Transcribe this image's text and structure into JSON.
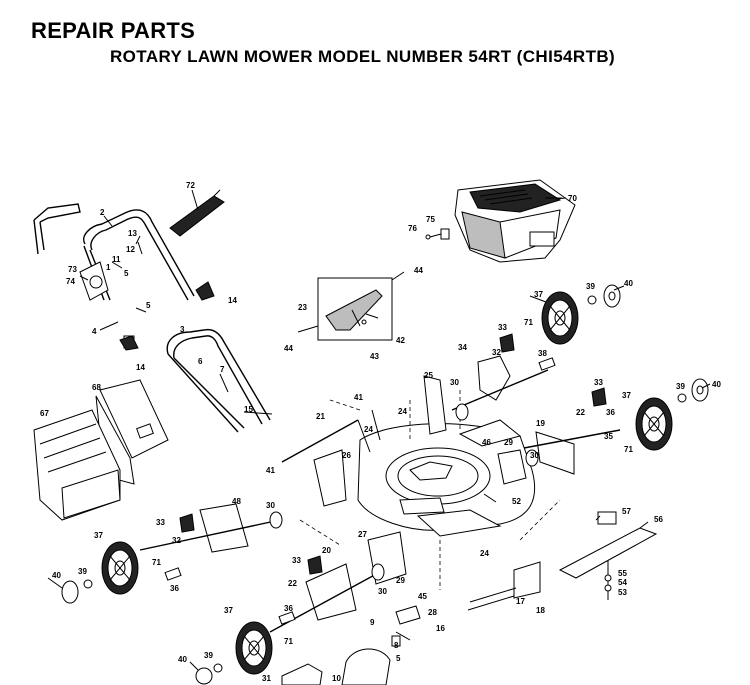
{
  "header": {
    "title": "REPAIR PARTS",
    "subtitle": "ROTARY LAWN MOWER MODEL NUMBER 54RT (CHI54RTB)"
  },
  "callouts": [
    {
      "id": "c72",
      "text": "72"
    },
    {
      "id": "c70",
      "text": "70"
    },
    {
      "id": "c75",
      "text": "75"
    },
    {
      "id": "c76",
      "text": "76"
    },
    {
      "id": "c2",
      "text": "2"
    },
    {
      "id": "c13",
      "text": "13"
    },
    {
      "id": "c12",
      "text": "12"
    },
    {
      "id": "c11",
      "text": "11"
    },
    {
      "id": "c1",
      "text": "1"
    },
    {
      "id": "c73",
      "text": "73"
    },
    {
      "id": "c74",
      "text": "74"
    },
    {
      "id": "c5a",
      "text": "5"
    },
    {
      "id": "c5b",
      "text": "5"
    },
    {
      "id": "c4",
      "text": "4"
    },
    {
      "id": "c14a",
      "text": "14"
    },
    {
      "id": "c14b",
      "text": "14"
    },
    {
      "id": "c3",
      "text": "3"
    },
    {
      "id": "c6",
      "text": "6"
    },
    {
      "id": "c7",
      "text": "7"
    },
    {
      "id": "c15",
      "text": "15"
    },
    {
      "id": "c44a",
      "text": "44"
    },
    {
      "id": "c23",
      "text": "23"
    },
    {
      "id": "c42",
      "text": "42"
    },
    {
      "id": "c44b",
      "text": "44"
    },
    {
      "id": "c43",
      "text": "43"
    },
    {
      "id": "c37a",
      "text": "37"
    },
    {
      "id": "c39a",
      "text": "39"
    },
    {
      "id": "c40a",
      "text": "40"
    },
    {
      "id": "c33a",
      "text": "33"
    },
    {
      "id": "c71a",
      "text": "71"
    },
    {
      "id": "c32a",
      "text": "32"
    },
    {
      "id": "c34",
      "text": "34"
    },
    {
      "id": "c38",
      "text": "38"
    },
    {
      "id": "c25",
      "text": "25"
    },
    {
      "id": "c30a",
      "text": "30"
    },
    {
      "id": "c33b",
      "text": "33"
    },
    {
      "id": "c37b",
      "text": "37"
    },
    {
      "id": "c39b",
      "text": "39"
    },
    {
      "id": "c40b",
      "text": "40"
    },
    {
      "id": "c22a",
      "text": "22"
    },
    {
      "id": "c36a",
      "text": "36"
    },
    {
      "id": "c35",
      "text": "35"
    },
    {
      "id": "c71b",
      "text": "71"
    },
    {
      "id": "c68",
      "text": "68"
    },
    {
      "id": "c67",
      "text": "67"
    },
    {
      "id": "c41a",
      "text": "41"
    },
    {
      "id": "c21",
      "text": "21"
    },
    {
      "id": "c24a",
      "text": "24"
    },
    {
      "id": "c24b",
      "text": "24"
    },
    {
      "id": "c46",
      "text": "46"
    },
    {
      "id": "c29a",
      "text": "29"
    },
    {
      "id": "c19",
      "text": "19"
    },
    {
      "id": "c30b",
      "text": "30"
    },
    {
      "id": "c41b",
      "text": "41"
    },
    {
      "id": "c26",
      "text": "26"
    },
    {
      "id": "c52",
      "text": "52"
    },
    {
      "id": "c48",
      "text": "48"
    },
    {
      "id": "c30c",
      "text": "30"
    },
    {
      "id": "c57",
      "text": "57"
    },
    {
      "id": "c56",
      "text": "56"
    },
    {
      "id": "c33c",
      "text": "33"
    },
    {
      "id": "c32b",
      "text": "32"
    },
    {
      "id": "c27",
      "text": "27"
    },
    {
      "id": "c24c",
      "text": "24"
    },
    {
      "id": "c37c",
      "text": "37"
    },
    {
      "id": "c71c",
      "text": "71"
    },
    {
      "id": "c40c",
      "text": "40"
    },
    {
      "id": "c39c",
      "text": "39"
    },
    {
      "id": "c36b",
      "text": "36"
    },
    {
      "id": "c33d",
      "text": "33"
    },
    {
      "id": "c20",
      "text": "20"
    },
    {
      "id": "c29b",
      "text": "29"
    },
    {
      "id": "c22b",
      "text": "22"
    },
    {
      "id": "c30d",
      "text": "30"
    },
    {
      "id": "c45",
      "text": "45"
    },
    {
      "id": "c55",
      "text": "55"
    },
    {
      "id": "c54",
      "text": "54"
    },
    {
      "id": "c53",
      "text": "53"
    },
    {
      "id": "c17",
      "text": "17"
    },
    {
      "id": "c18",
      "text": "18"
    },
    {
      "id": "c37d",
      "text": "37"
    },
    {
      "id": "c36c",
      "text": "36"
    },
    {
      "id": "c71d",
      "text": "71"
    },
    {
      "id": "c28",
      "text": "28"
    },
    {
      "id": "c9",
      "text": "9"
    },
    {
      "id": "c16",
      "text": "16"
    },
    {
      "id": "c8",
      "text": "8"
    },
    {
      "id": "c5c",
      "text": "5"
    },
    {
      "id": "c40d",
      "text": "40"
    },
    {
      "id": "c39d",
      "text": "39"
    },
    {
      "id": "c10",
      "text": "10"
    },
    {
      "id": "c31",
      "text": "31"
    }
  ]
}
